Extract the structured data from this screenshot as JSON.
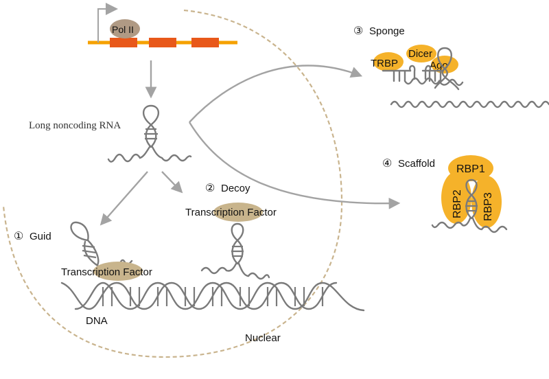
{
  "figure": {
    "title": "Mechanisms of long noncoding RNA function",
    "colors": {
      "gene_line": "#f5a100",
      "exon": "#e8581a",
      "pol2": "#b09a84",
      "transcription_factor": "#c8b48c",
      "rbp": "#f5b22a",
      "rna_strand": "#7a7a7a",
      "arrow": "#a3a3a3",
      "nuclear_membrane": "#c9b48e"
    },
    "gene": {
      "polymerase_label": "Pol II",
      "exon_count": 3
    },
    "lncrna_label": "Long noncoding RNA",
    "mechanisms": [
      {
        "number": "①",
        "name": "Guid",
        "protein_label": "Transcription Factor",
        "target_label": "DNA"
      },
      {
        "number": "②",
        "name": "Decoy",
        "protein_label": "Transcription Factor"
      },
      {
        "number": "③",
        "name": "Sponge",
        "proteins": [
          "TRBP",
          "Dicer",
          "Ago"
        ]
      },
      {
        "number": "④",
        "name": "Scaffold",
        "proteins": [
          "RBP1",
          "RBP2",
          "RBP3"
        ]
      }
    ],
    "compartment_label": "Nuclear"
  }
}
